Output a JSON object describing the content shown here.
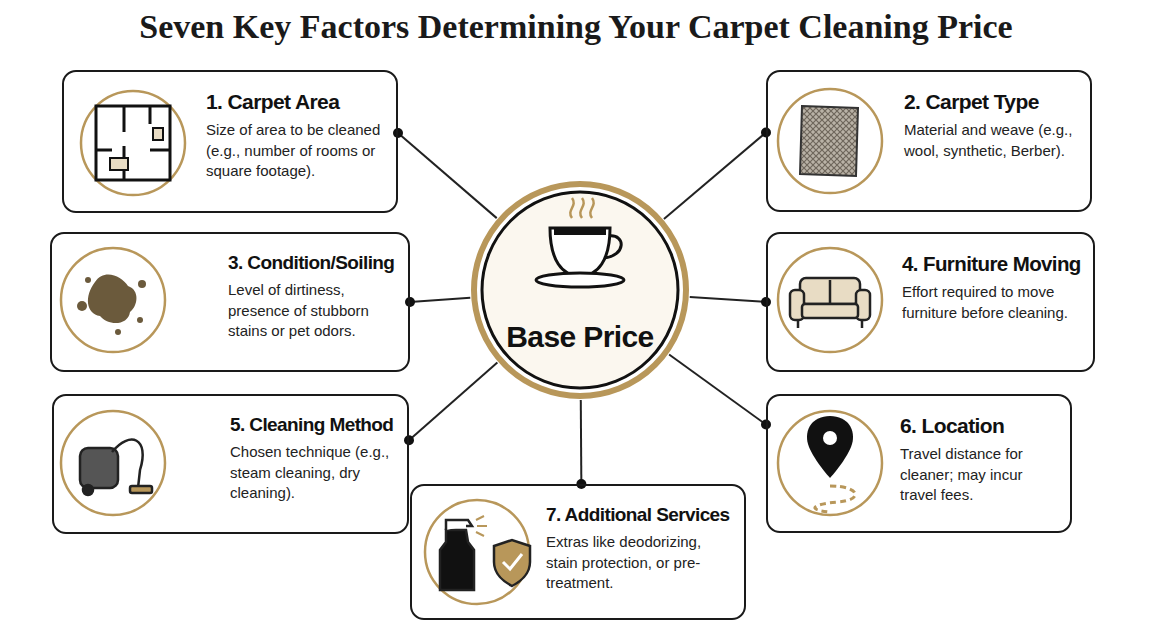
{
  "diagram": {
    "title": "Seven Key Factors Determining Your Carpet Cleaning Price",
    "nodes": [
      {
        "text": [
          "1. Carpet Area",
          "Size of area to be cleaned (e.g., number of rooms or square footage)."
        ]
      },
      {
        "text": [
          "2. Carpet Type",
          "Material and weave (e.g., wool, synthetic, Berber)."
        ]
      },
      {
        "text": [
          "3. Condition/Soiling",
          "Level of dirtiness, presence of stubborn stains or pet odors."
        ]
      },
      {
        "text": [
          "4. Furniture Moving",
          "Effort required to move furniture before cleaning."
        ]
      },
      {
        "text": [
          "5. Cleaning Method",
          "Chosen technique (e.g., steam cleaning, dry cleaning)."
        ]
      },
      {
        "text": [
          "6. Location",
          "Travel distance for cleaner; may incur travel fees."
        ]
      },
      {
        "text": [
          "7. Additional Services",
          "Extras like deodorizing, stain protection, or pre-treatment."
        ]
      },
      {
        "text": [
          "Base Price"
        ]
      }
    ],
    "edges": [
      {
        "from": 7,
        "to": 0,
        "arrow": "none"
      },
      {
        "from": 7,
        "to": 1,
        "arrow": "none"
      },
      {
        "from": 7,
        "to": 2,
        "arrow": "none"
      },
      {
        "from": 7,
        "to": 3,
        "arrow": "none"
      },
      {
        "from": 7,
        "to": 4,
        "arrow": "none"
      },
      {
        "from": 7,
        "to": 5,
        "arrow": "none"
      },
      {
        "from": 7,
        "to": 6,
        "arrow": "none"
      }
    ]
  }
}
